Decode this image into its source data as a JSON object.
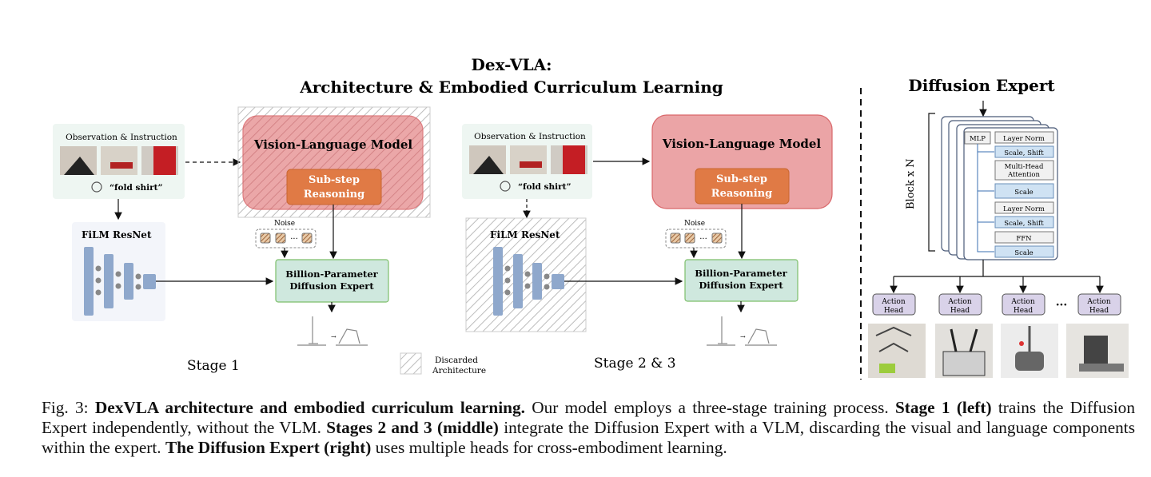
{
  "figure": {
    "title_line1": "Dex-VLA:",
    "title_line2": "Architecture & Embodied Curriculum Learning",
    "stage1_label": "Stage 1",
    "stage23_label": "Stage 2 & 3",
    "legend_label_1": "Discarded",
    "legend_label_2": "Architecture",
    "obs_title": "Observation & Instruction",
    "instruction_text": "“fold shirt”",
    "film_resnet": "FiLM ResNet",
    "vlm_title": "Vision-Language Model",
    "substep_line1": "Sub-step",
    "substep_line2": "Reasoning",
    "noise_label": "Noise",
    "ellipsis": "···",
    "diffusion_line1": "Billion-Parameter",
    "diffusion_line2": "Diffusion Expert",
    "expert_panel": {
      "title": "Diffusion Expert",
      "block_label": "Block x N",
      "mlp": "MLP",
      "layers": [
        "Layer Norm",
        "Scale, Shift",
        "Multi-Head Attention",
        "Scale",
        "Layer Norm",
        "Scale, Shift",
        "FFN",
        "Scale"
      ],
      "action_head_line1": "Action",
      "action_head_line2": "Head",
      "heads_ellipsis": "···"
    }
  },
  "caption": {
    "prefix": "Fig. 3: ",
    "bold1": "DexVLA architecture and embodied curriculum learning.",
    "text1": " Our model employs a three-stage training process. ",
    "bold2": "Stage 1 (left)",
    "text2": " trains the Diffusion Expert independently, without the VLM. ",
    "bold3": "Stages 2 and 3 (middle)",
    "text3": " integrate the Diffusion Expert with a VLM, discarding the visual and language components within the expert. ",
    "bold4": "The Diffusion Expert (right)",
    "text4": " uses multiple heads for cross-embodiment learning."
  },
  "colors": {
    "vlm_fill": "#e8989a",
    "vlm_stroke": "#d9676a",
    "substep_fill": "#e07a45",
    "diffusion_fill": "#cfe8de",
    "diffusion_stroke": "#7dbf6a",
    "resnet_bar": "#8fa8cc",
    "layer_blue": "#cfe2f3",
    "layer_gray": "#f1f1f1",
    "head_fill": "#d9d2e9"
  }
}
